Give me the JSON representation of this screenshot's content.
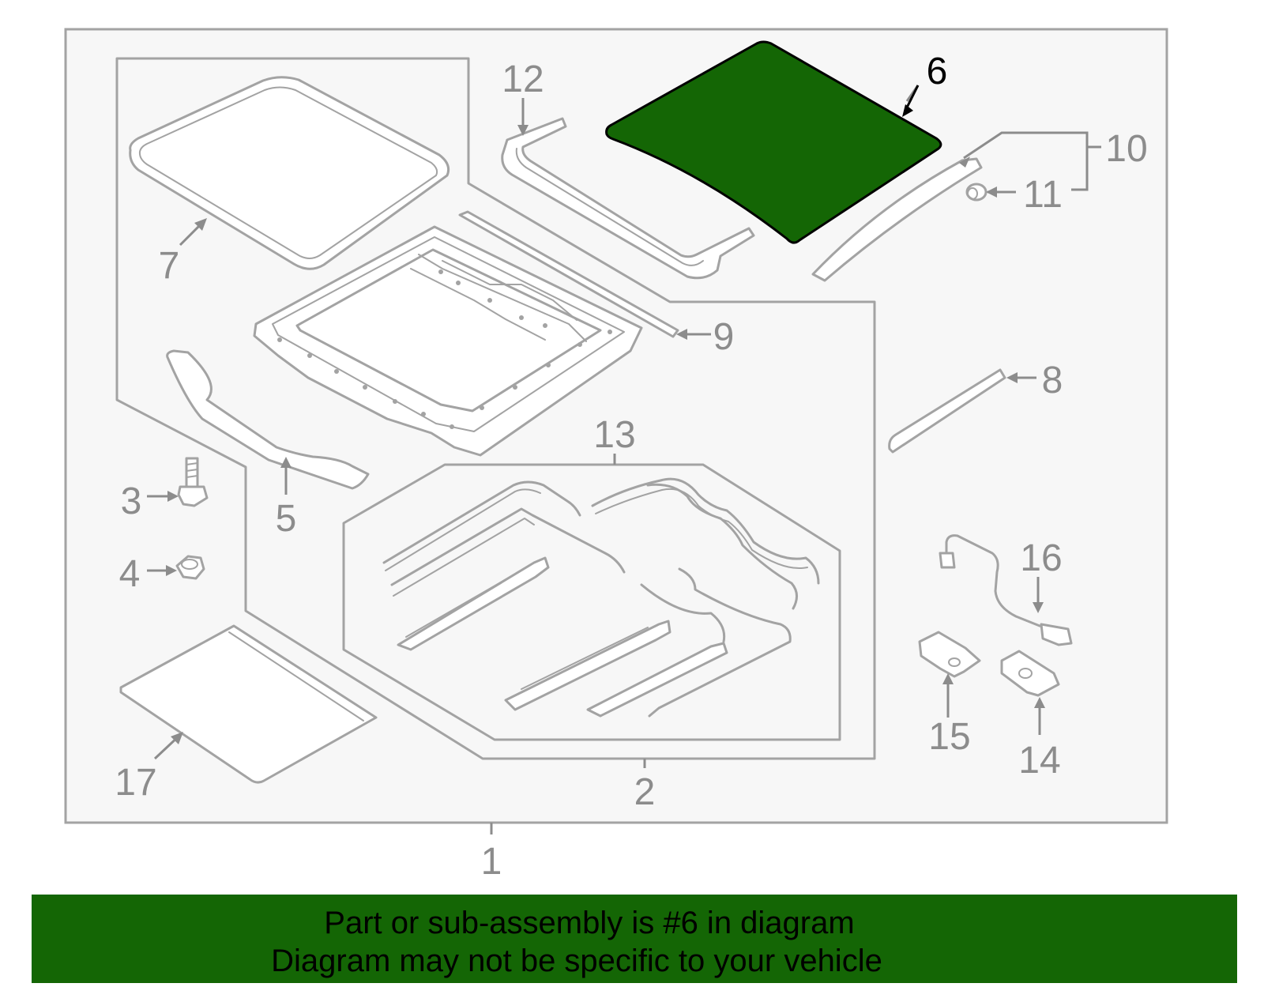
{
  "diagram": {
    "highlight_color": "#146605",
    "line_color": "#a3a3a3",
    "label_color": "#8c8c8c",
    "background_color": "#f7f7f7",
    "callouts": [
      {
        "id": "c1",
        "label": "1"
      },
      {
        "id": "c2",
        "label": "2"
      },
      {
        "id": "c3",
        "label": "3"
      },
      {
        "id": "c4",
        "label": "4"
      },
      {
        "id": "c5",
        "label": "5"
      },
      {
        "id": "c6",
        "label": "6"
      },
      {
        "id": "c7",
        "label": "7"
      },
      {
        "id": "c8",
        "label": "8"
      },
      {
        "id": "c9",
        "label": "9"
      },
      {
        "id": "c10",
        "label": "10"
      },
      {
        "id": "c11",
        "label": "11"
      },
      {
        "id": "c12",
        "label": "12"
      },
      {
        "id": "c13",
        "label": "13"
      },
      {
        "id": "c14",
        "label": "14"
      },
      {
        "id": "c15",
        "label": "15"
      },
      {
        "id": "c16",
        "label": "16"
      },
      {
        "id": "c17",
        "label": "17"
      }
    ]
  },
  "banner": {
    "line1": "Part or sub-assembly is #6 in diagram",
    "line2": "Diagram may not be specific to your vehicle",
    "background_color": "#146605"
  }
}
